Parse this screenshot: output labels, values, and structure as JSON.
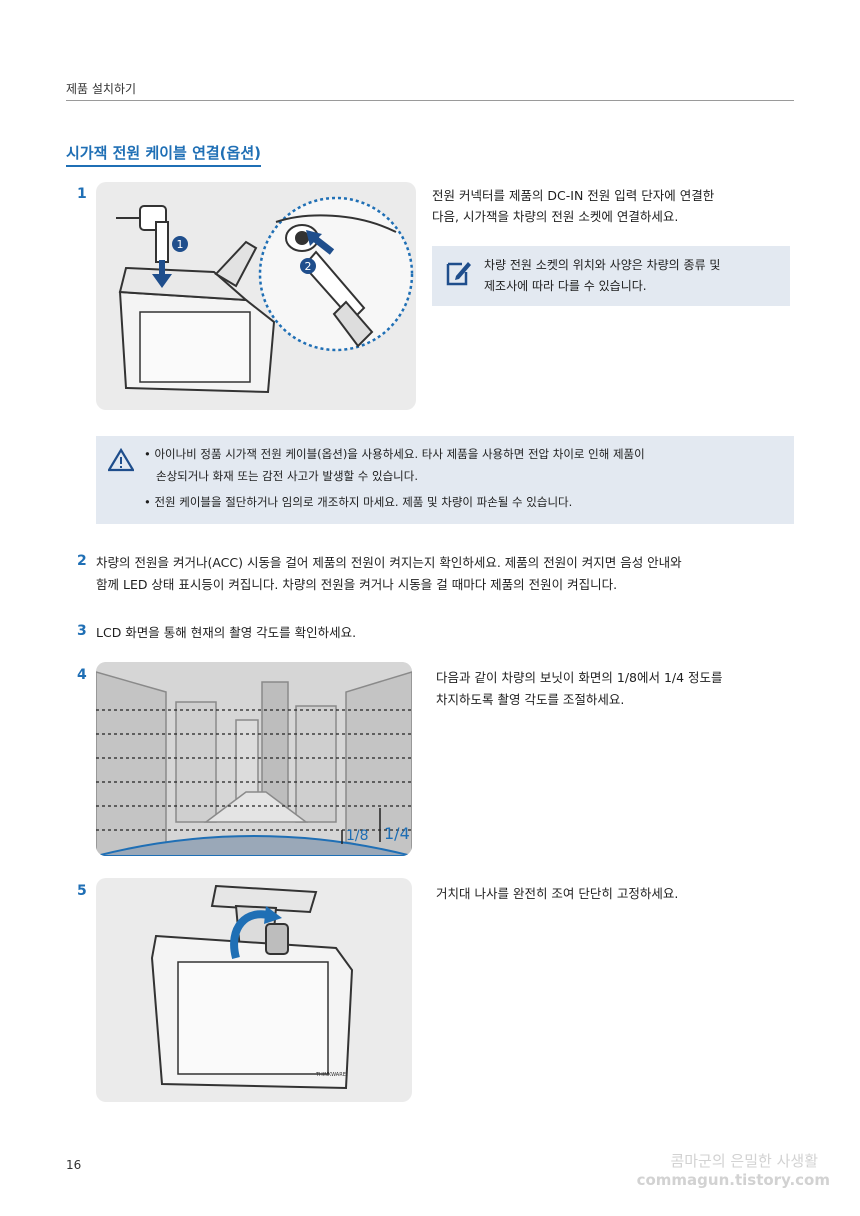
{
  "header": {
    "section": "제품 설치하기"
  },
  "title": "시가잭 전원 케이블 연결(옵션)",
  "step1": {
    "num": "1",
    "line1": "전원 커넥터를 제품의 DC-IN 전원 입력 단자에 연결한",
    "line2": "다음, 시가잭을 차량의 전원 소켓에 연결하세요.",
    "note1": "차량 전원 소켓의 위치와 사양은 차량의 종류 및",
    "note2": "제조사에 따라 다를 수 있습니다.",
    "badge1": "1",
    "badge2": "2"
  },
  "warning": {
    "b1_line1": "• 아이나비 정품 시가잭 전원 케이블(옵션)을 사용하세요. 타사 제품을 사용하면 전압 차이로 인해 제품이",
    "b1_line2": "손상되거나 화재 또는 감전 사고가 발생할 수 있습니다.",
    "b2": "• 전원 케이블을 절단하거나 임의로 개조하지 마세요. 제품 및 차량이 파손될 수 있습니다."
  },
  "step2": {
    "num": "2",
    "line1": "차량의 전원을 켜거나(ACC) 시동을 걸어 제품의 전원이 켜지는지 확인하세요. 제품의 전원이 켜지면 음성 안내와",
    "line2": "함께 LED 상태 표시등이 켜집니다. 차량의 전원을 켜거나 시동을 걸 때마다 제품의 전원이 켜집니다."
  },
  "step3": {
    "num": "3",
    "text": "LCD 화면을 통해 현재의 촬영 각도를 확인하세요."
  },
  "step4": {
    "num": "4",
    "line1": "다음과 같이 차량의 보닛이 화면의 1/8에서 1/4 정도를",
    "line2": "차지하도록 촬영 각도를 조절하세요.",
    "label_eighth": "1/8",
    "label_quarter": "1/4"
  },
  "step5": {
    "num": "5",
    "text": "거치대 나사를 완전히 조여 단단히 고정하세요.",
    "brand": "THINKWARE"
  },
  "footer": {
    "page": "16",
    "wm1": "콤마군의 은밀한 사생활",
    "wm2": "commagun.tistory.com"
  },
  "colors": {
    "accent": "#1f6fb5",
    "box": "#e3e9f1",
    "figure": "#ebebeb"
  },
  "icons": [
    "note-pencil-icon",
    "warning-triangle-icon"
  ]
}
